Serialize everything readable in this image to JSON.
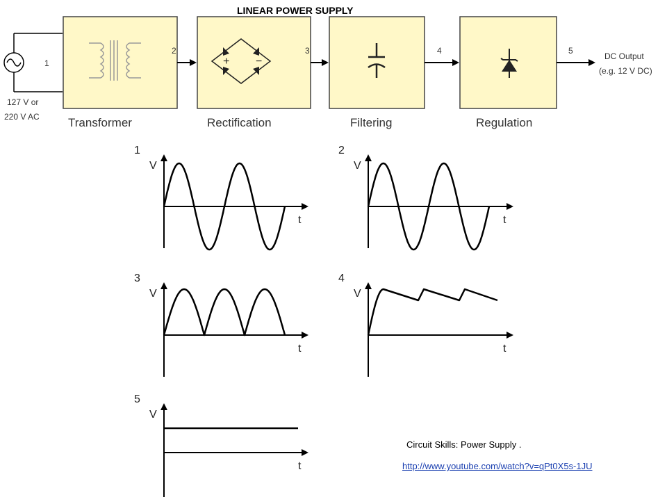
{
  "title": "LINEAR POWER SUPPLY",
  "source": {
    "label": "127 V or 220 V AC",
    "line1": "127 V or",
    "line2": "220 V AC"
  },
  "blocks": [
    {
      "name": "Transformer"
    },
    {
      "name": "Rectification"
    },
    {
      "name": "Filtering"
    },
    {
      "name": "Regulation"
    }
  ],
  "stage_numbers": [
    "1",
    "2",
    "3",
    "4",
    "5"
  ],
  "output": {
    "line1": "DC Output",
    "line2": "(e.g. 12 V DC)"
  },
  "bridge_symbols": {
    "plus": "+",
    "minus": "−"
  },
  "graphs": [
    {
      "number": "1",
      "ylabel": "V",
      "xlabel": "t",
      "waveform": "full sine"
    },
    {
      "number": "2",
      "ylabel": "V",
      "xlabel": "t",
      "waveform": "full sine"
    },
    {
      "number": "3",
      "ylabel": "V",
      "xlabel": "t",
      "waveform": "full-wave rectified"
    },
    {
      "number": "4",
      "ylabel": "V",
      "xlabel": "t",
      "waveform": "filtered ripple"
    },
    {
      "number": "5",
      "ylabel": "V",
      "xlabel": "t",
      "waveform": "regulated DC"
    }
  ],
  "caption": "Circuit Skills: Power Supply .",
  "link": "http://www.youtube.com/watch?v=qPt0X5s-1JU",
  "colors": {
    "block_fill": "#fff8c8",
    "block_stroke": "#444444",
    "line": "#000000",
    "link": "#1a3fb0"
  }
}
